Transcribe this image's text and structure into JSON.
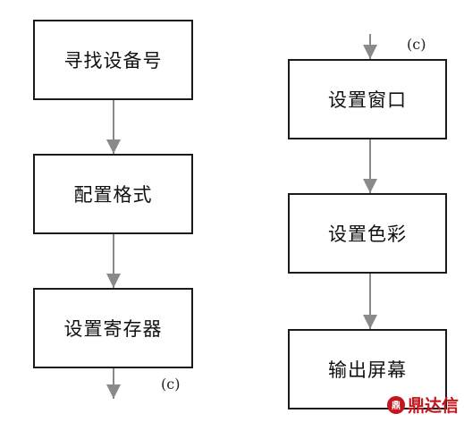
{
  "left_column": {
    "steps": [
      {
        "label": "寻找设备号"
      },
      {
        "label": "配置格式"
      },
      {
        "label": "设置寄存器"
      }
    ],
    "continuation_label": "(c)"
  },
  "right_column": {
    "continuation_label": "(c)",
    "steps": [
      {
        "label": "设置窗口"
      },
      {
        "label": "设置色彩"
      },
      {
        "label": "输出屏幕"
      }
    ]
  },
  "watermark": {
    "text": "鼎达信",
    "logo_text": "鼎"
  },
  "colors": {
    "box_border": "#1a1a1a",
    "arrow": "#8a8a8a",
    "watermark": "#c4161c"
  }
}
